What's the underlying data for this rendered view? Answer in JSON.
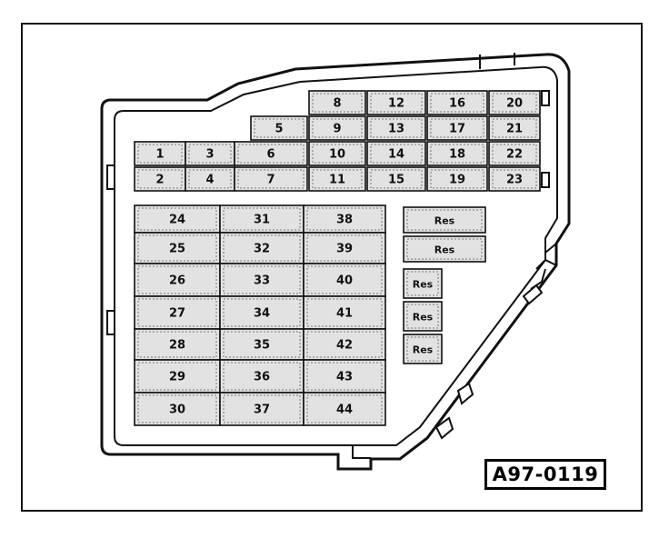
{
  "figure_code": "A97-0119",
  "fuses": [
    "1",
    "2",
    "3",
    "4",
    "5",
    "6",
    "7",
    "8",
    "9",
    "10",
    "11",
    "12",
    "13",
    "14",
    "15",
    "16",
    "17",
    "18",
    "19",
    "20",
    "21",
    "22",
    "23",
    "24",
    "25",
    "26",
    "27",
    "28",
    "29",
    "30",
    "31",
    "32",
    "33",
    "34",
    "35",
    "36",
    "37",
    "38",
    "39",
    "40",
    "41",
    "42",
    "43",
    "44"
  ],
  "reserve_label": "Res",
  "colors": {
    "fuse_fill": "#e2e2e2",
    "outline": "#111111"
  }
}
